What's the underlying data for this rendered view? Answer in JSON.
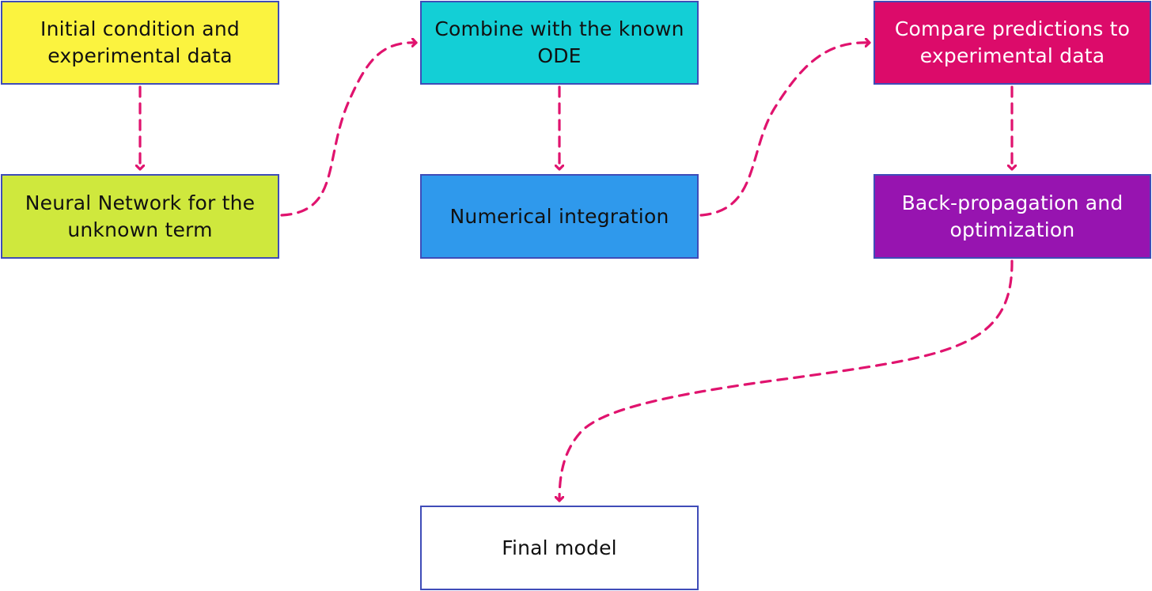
{
  "colors": {
    "edge": "#e0136e",
    "border": "#3f4cb8"
  },
  "nodes": {
    "initial": {
      "label": "Initial condition and experimental data",
      "fill": "#fbf33f",
      "text_color": "#111111"
    },
    "neural": {
      "label": "Neural Network for the unknown term",
      "fill": "#cfe83d",
      "text_color": "#111111"
    },
    "combine": {
      "label": "Combine with the known ODE",
      "fill": "#13cfd6",
      "text_color": "#111111"
    },
    "numerical": {
      "label": "Numerical integration",
      "fill": "#2f99ec",
      "text_color": "#111111"
    },
    "compare": {
      "label": "Compare predictions to experimental data",
      "fill": "#dc0b6a",
      "text_color": "#ffffff"
    },
    "backprop": {
      "label": "Back-propagation and optimization",
      "fill": "#9714b0",
      "text_color": "#ffffff"
    },
    "final": {
      "label": "Final model",
      "fill": "#ffffff",
      "text_color": "#111111"
    }
  },
  "edges": [
    {
      "from": "initial",
      "to": "neural"
    },
    {
      "from": "neural",
      "to": "combine"
    },
    {
      "from": "combine",
      "to": "numerical"
    },
    {
      "from": "numerical",
      "to": "compare"
    },
    {
      "from": "compare",
      "to": "backprop"
    },
    {
      "from": "backprop",
      "to": "final"
    }
  ]
}
